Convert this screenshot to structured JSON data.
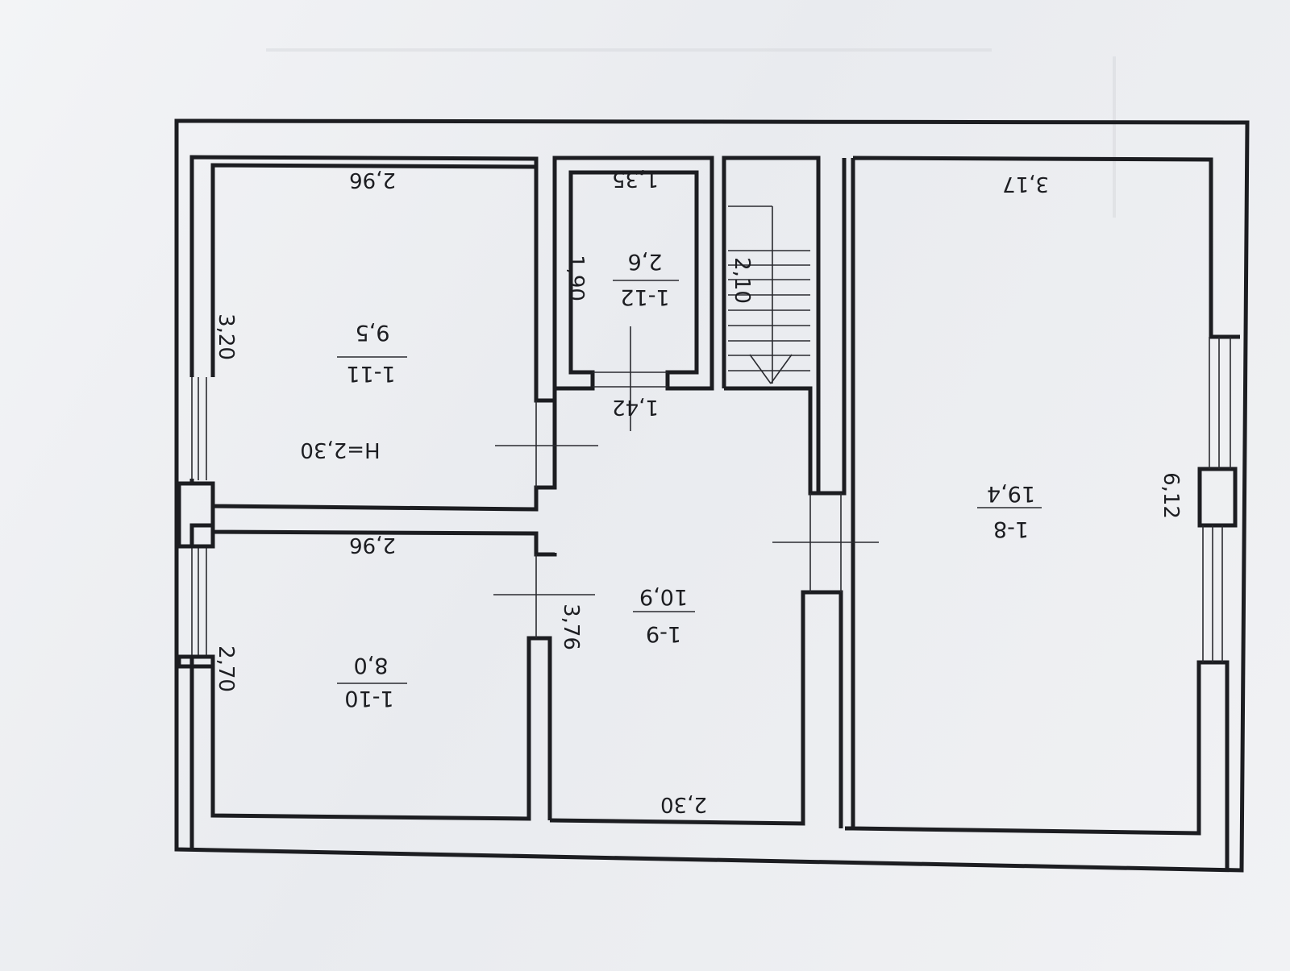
{
  "plan": {
    "ceiling_height": "H=2,30",
    "rooms": [
      {
        "id": "1-8",
        "area": "19,4"
      },
      {
        "id": "1-9",
        "area": "10,9"
      },
      {
        "id": "1-10",
        "area": "8,0"
      },
      {
        "id": "1-11",
        "area": "9,5"
      },
      {
        "id": "1-12",
        "area": "2,6"
      }
    ],
    "dimensions": {
      "r11_width": "2,96",
      "r11_depth": "3,20",
      "r10_width": "2,96",
      "r10_depth": "2,70",
      "r12_width": "1,35",
      "r12_depth": "1,90",
      "stair_length": "2,10",
      "hall_opening": "1,42",
      "hall_depth": "3,76",
      "hall_width": "2,30",
      "r8_width": "3,17",
      "r8_depth": "6,12"
    }
  }
}
